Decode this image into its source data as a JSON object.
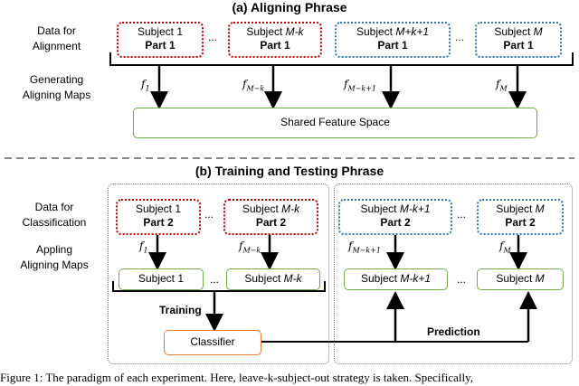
{
  "sectionA": {
    "title": "(a) Aligning Phrase",
    "data_label_1": "Data for",
    "data_label_2": "Alignment",
    "gen_label_1": "Generating",
    "gen_label_2": "Aligning Maps",
    "boxes": [
      {
        "subject": "Subject 1",
        "part": "Part 1"
      },
      {
        "subject_prefix": "Subject ",
        "subject_var": "M-k",
        "part": "Part 1"
      },
      {
        "subject_prefix": "Subject ",
        "subject_var": "M+k+1",
        "part": "Part 1"
      },
      {
        "subject_prefix": "Subject ",
        "subject_var": "M",
        "part": "Part 1"
      }
    ],
    "maps": [
      "f",
      "f",
      "f",
      "f"
    ],
    "map_subs": [
      "1",
      "M−k",
      "M−k+1",
      "M"
    ],
    "shared": "Shared Feature Space",
    "ellipsis": "..."
  },
  "sectionB": {
    "title": "(b) Training and Testing Phrase",
    "data_label_1": "Data for",
    "data_label_2": "Classification",
    "app_label_1": "Appling",
    "app_label_2": "Aligning Maps",
    "boxes": [
      {
        "subject": "Subject 1",
        "part": "Part 2"
      },
      {
        "subject_prefix": "Subject ",
        "subject_var": "M-k",
        "part": "Part 2"
      },
      {
        "subject_prefix": "Subject ",
        "subject_var": "M-k+1",
        "part": "Part 2"
      },
      {
        "subject_prefix": "Subject ",
        "subject_var": "M",
        "part": "Part 2"
      }
    ],
    "map_subs": [
      "1",
      "M−k",
      "M−k+1",
      "M"
    ],
    "mapped": [
      {
        "subject": "Subject 1"
      },
      {
        "subject_prefix": "Subject ",
        "subject_var": "M-k"
      },
      {
        "subject_prefix": "Subject ",
        "subject_var": "M-k+1"
      },
      {
        "subject_prefix": "Subject ",
        "subject_var": "M"
      }
    ],
    "training": "Training",
    "classifier": "Classifier",
    "prediction": "Prediction",
    "ellipsis": "..."
  },
  "caption": "Figure 1: The paradigm of each experiment. Here, leave-k-subject-out strategy is taken. Specifically,"
}
